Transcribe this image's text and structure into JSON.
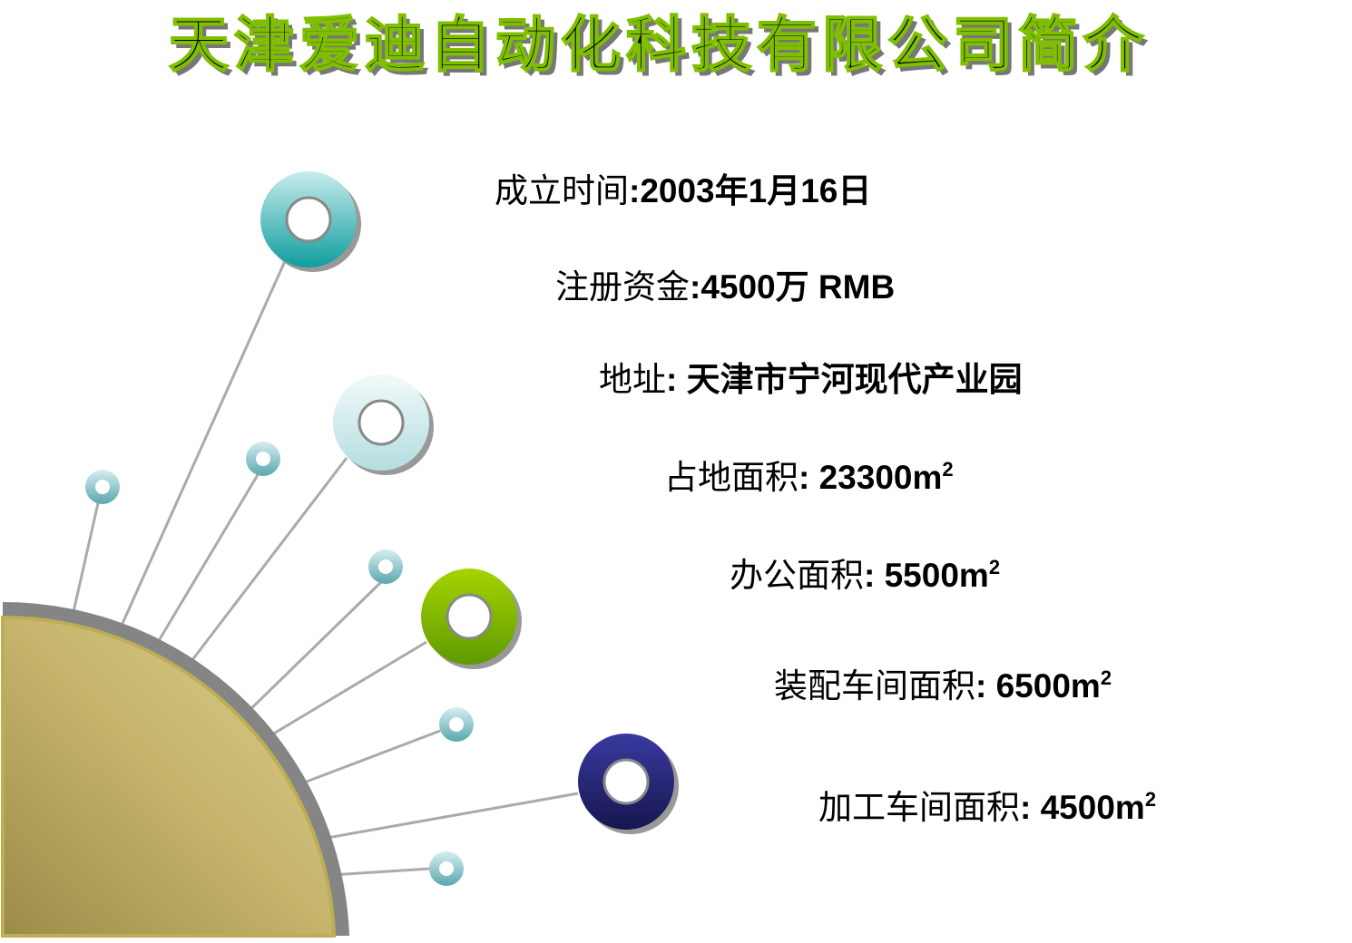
{
  "title": "天津爱迪自动化科技有限公司简介",
  "items": [
    {
      "label": "成立时间",
      "value": ":2003年1月16日",
      "sup": ""
    },
    {
      "label": "注册资金",
      "value": ":4500万 RMB",
      "sup": ""
    },
    {
      "label": "地址",
      "value": ": 天津市宁河现代产业园",
      "sup": ""
    },
    {
      "label": "占地面积",
      "value": ": 23300m",
      "sup": "2"
    },
    {
      "label": "办公面积",
      "value": ": 5500m",
      "sup": "2"
    },
    {
      "label": "装配车间面积",
      "value": ": 6500m",
      "sup": "2"
    },
    {
      "label": "加工车间面积",
      "value": ": 4500m",
      "sup": "2"
    }
  ],
  "colors": {
    "teal": "#1aa7a8",
    "light": "#cde9ea",
    "green": "#86bb00",
    "navy": "#2a2a80",
    "gold": "#c9b96a",
    "ring": "#858585"
  }
}
